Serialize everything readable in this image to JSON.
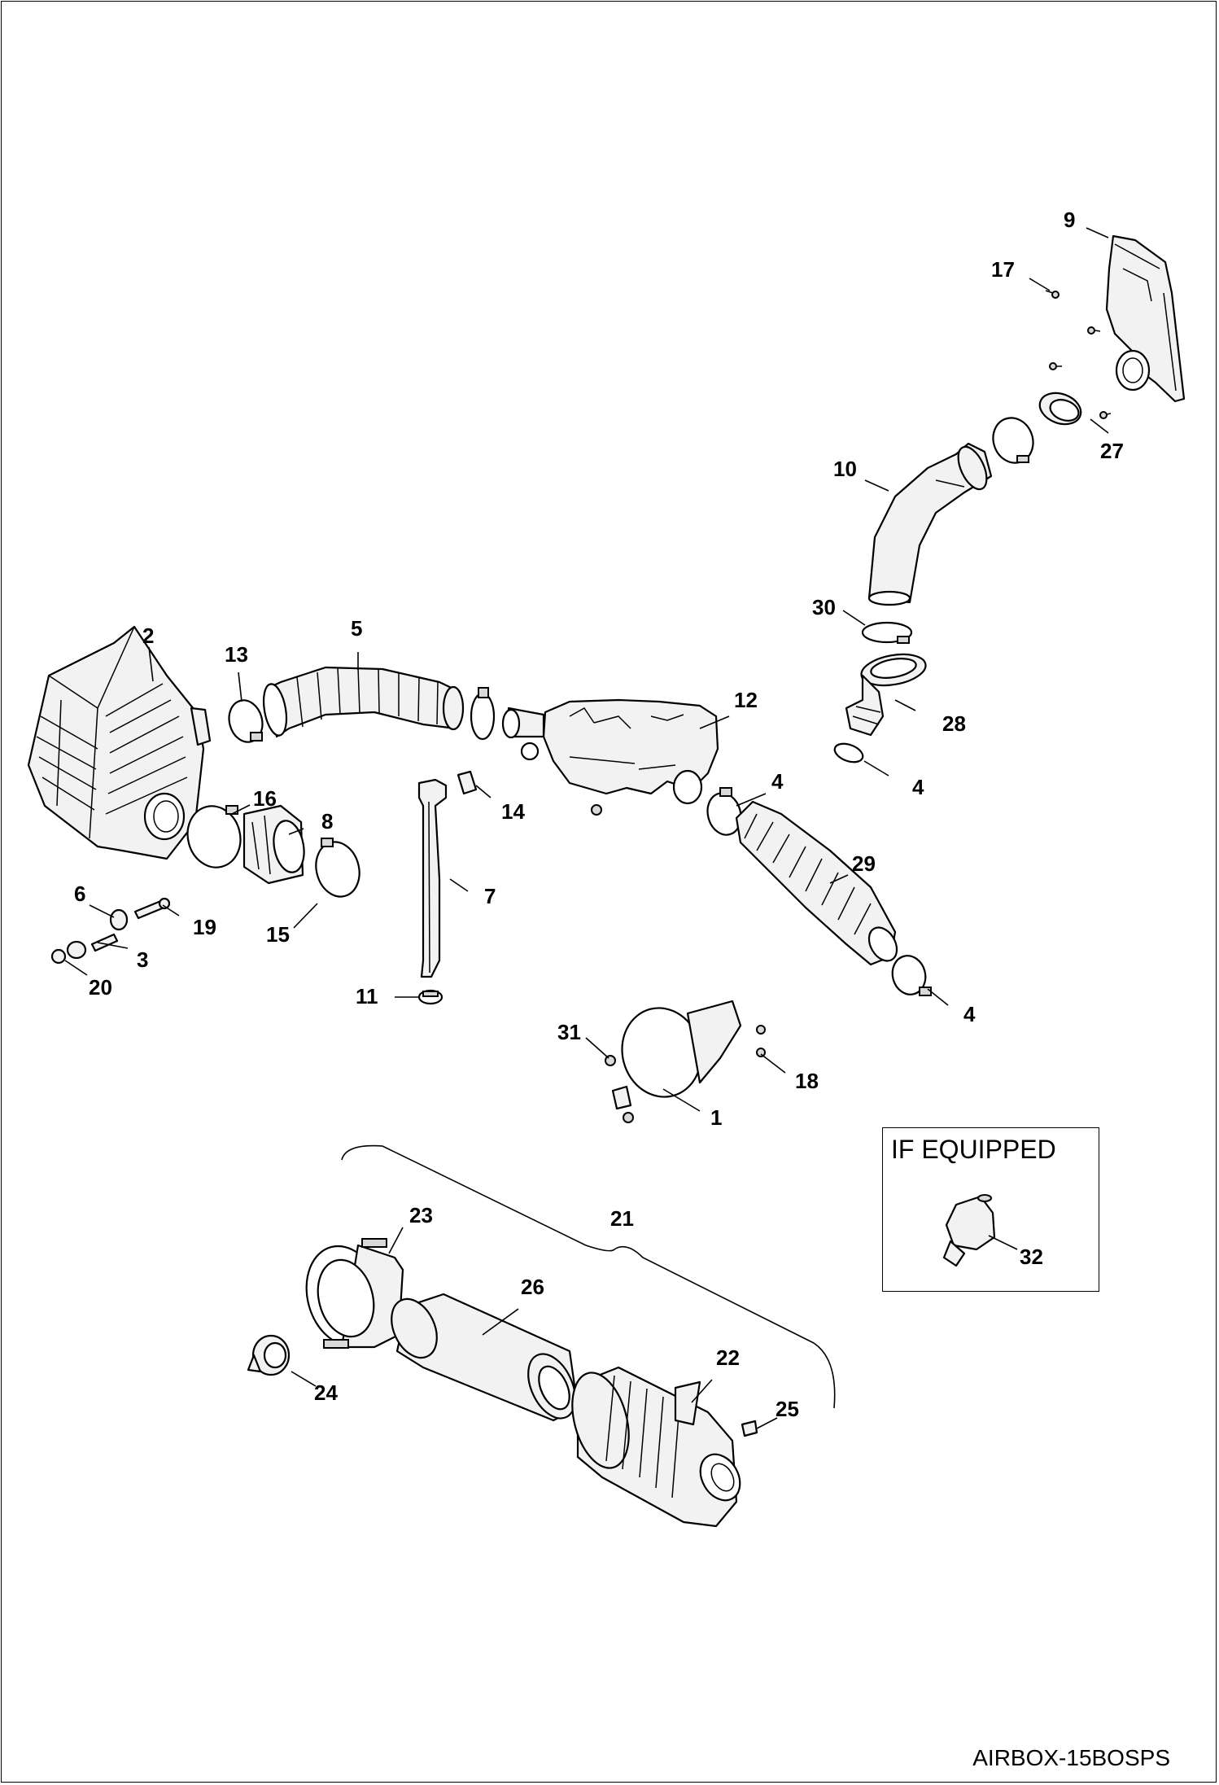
{
  "diagram_code": "AIRBOX-15BOSPS",
  "if_equipped": {
    "title": "IF EQUIPPED"
  },
  "callouts": {
    "c1": "1",
    "c2": "2",
    "c3": "3",
    "c4a": "4",
    "c4b": "4",
    "c4c": "4",
    "c5": "5",
    "c6": "6",
    "c7": "7",
    "c8": "8",
    "c9": "9",
    "c10": "10",
    "c11": "11",
    "c12": "12",
    "c13": "13",
    "c14": "14",
    "c15": "15",
    "c16": "16",
    "c17": "17",
    "c18": "18",
    "c19": "19",
    "c20": "20",
    "c21": "21",
    "c22": "22",
    "c23": "23",
    "c24": "24",
    "c25": "25",
    "c26": "26",
    "c27": "27",
    "c28": "28",
    "c29": "29",
    "c30": "30",
    "c31": "31",
    "c32": "32"
  }
}
